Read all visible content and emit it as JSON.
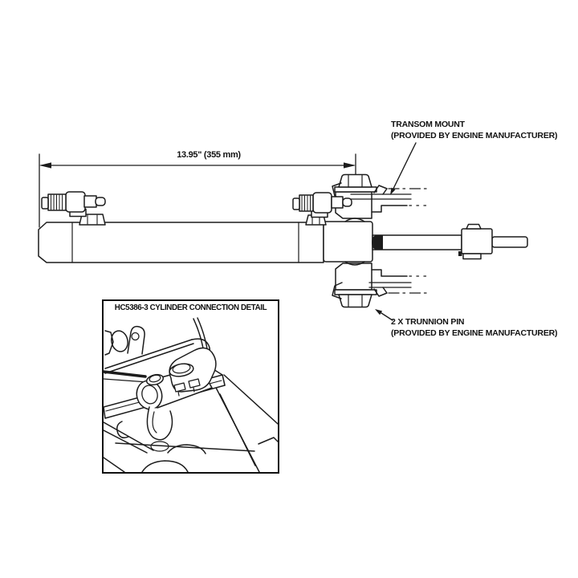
{
  "page": {
    "background_color": "#ffffff",
    "line_color": "#1c1c1c"
  },
  "main_drawing": {
    "dimension_label": "13.95\" (355 mm)",
    "transom_mount_label": {
      "line1": "TRANSOM MOUNT",
      "line2": "(PROVIDED BY ENGINE MANUFACTURER)"
    },
    "trunnion_pin_label": {
      "line1": "2 X TRUNNION PIN",
      "line2": "(PROVIDED BY ENGINE MANUFACTURER)"
    }
  },
  "inset": {
    "title": "HC5386-3 CYLINDER CONNECTION DETAIL"
  }
}
